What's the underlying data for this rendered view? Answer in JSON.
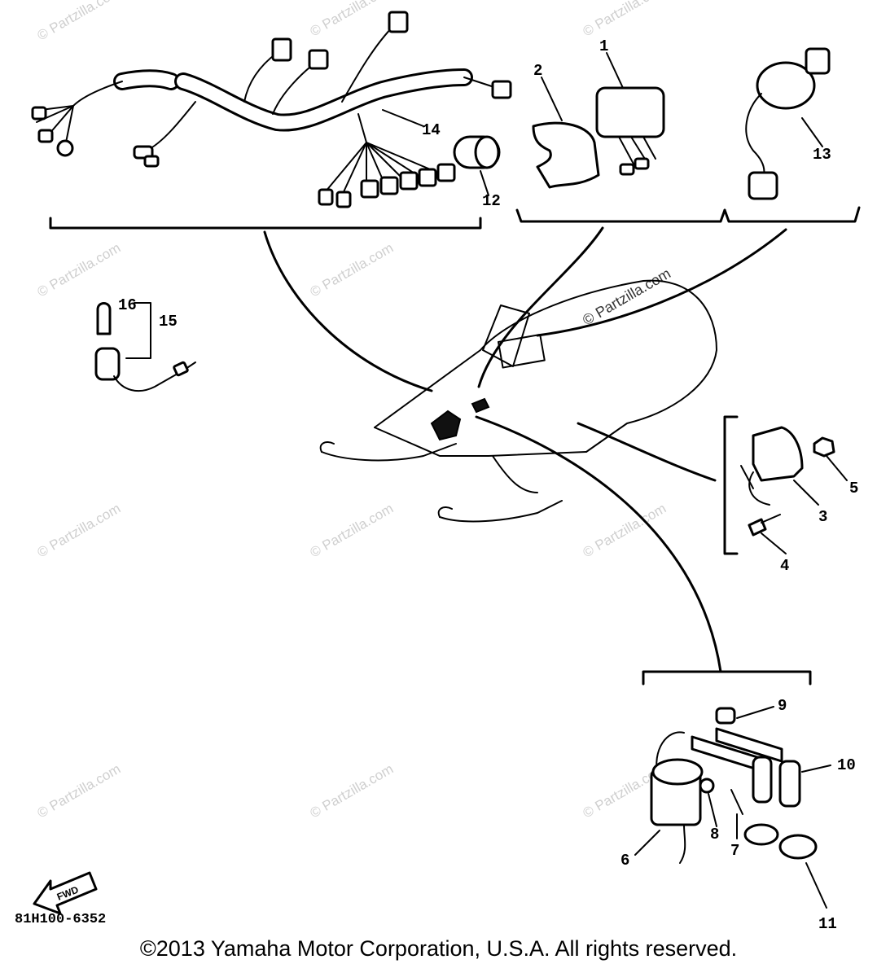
{
  "watermark_text": "© Partzilla.com",
  "diagram_code": "81H100-6352",
  "fwd_label": "FWD",
  "copyright": "©2013 Yamaha Motor Corporation, U.S.A. All rights reserved.",
  "callouts": [
    "1",
    "2",
    "3",
    "4",
    "5",
    "6",
    "7",
    "8",
    "9",
    "10",
    "11",
    "12",
    "13",
    "14",
    "15",
    "16"
  ]
}
